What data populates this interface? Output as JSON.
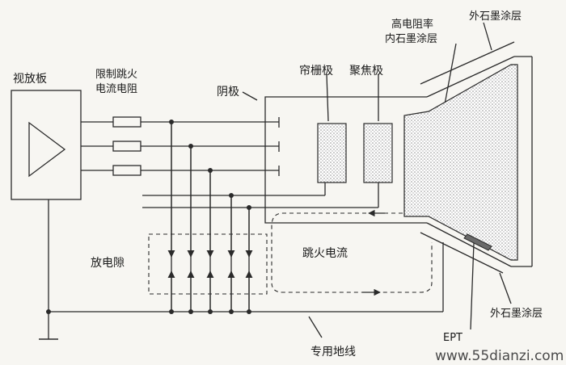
{
  "labels": {
    "video_amp_board": "视放板",
    "limit_resistor_line1": "限制跳火",
    "limit_resistor_line2": "电流电阻",
    "cathode": "阴极",
    "screen_grid": "帘栅极",
    "focus_electrode": "聚焦极",
    "high_res_inner_line1": "高电阻率",
    "high_res_inner_line2": "内石墨涂层",
    "outer_graphite_top": "外石墨涂层",
    "outer_graphite_bottom": "外石墨涂层",
    "arc_current": "跳火电流",
    "discharge_gap": "放电隙",
    "ept": "EPT",
    "dedicated_ground": "专用地线"
  },
  "watermark": "www.55dianzi.com",
  "colors": {
    "line": "#2a2a2a",
    "stipple": "#9a9a9a",
    "background": "#f7f6f2"
  }
}
